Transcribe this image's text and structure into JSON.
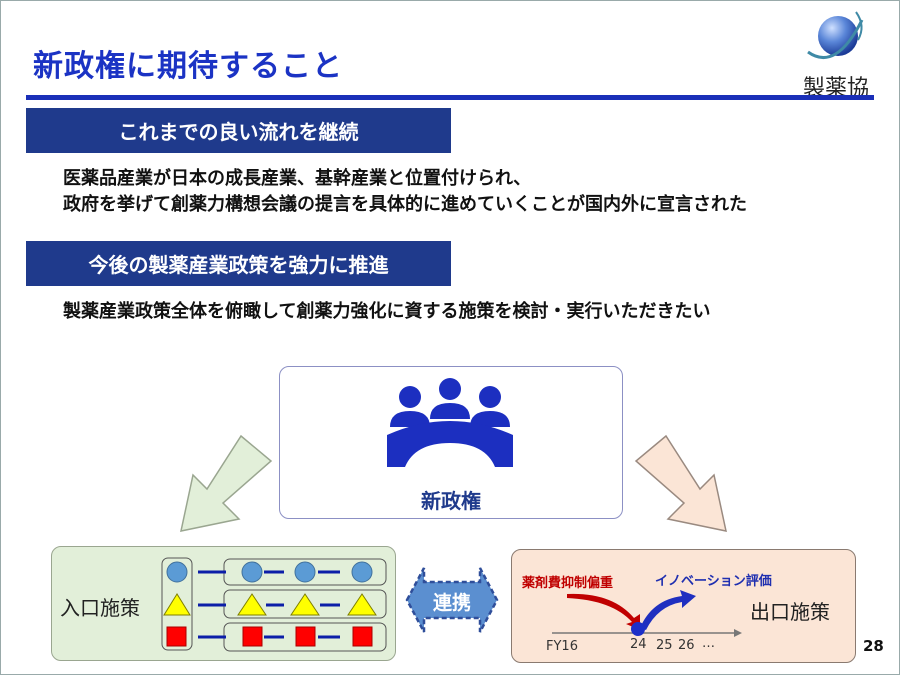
{
  "title": "新政権に期待すること",
  "logo": {
    "text": "製薬協"
  },
  "section1": {
    "heading": "これまでの良い流れを継続",
    "lines": [
      "医薬品産業が日本の成長産業、基幹産業と位置付けられ、",
      "政府を挙げて創薬力構想会議の提言を具体的に進めていくことが国内外に宣言された"
    ]
  },
  "section2": {
    "heading": "今後の製薬産業政策を強力に推進",
    "lines": [
      "製薬産業政策全体を俯瞰して創薬力強化に資する施策を検討・実行いただきたい"
    ]
  },
  "center": {
    "label": "新政権",
    "icon": "meeting-people-icon"
  },
  "left_panel": {
    "label": "入口施策"
  },
  "link": {
    "label": "連携"
  },
  "right_panel": {
    "label": "出口施策",
    "red_label": "薬剤費抑制偏重",
    "blue_label": "イノベーション評価",
    "timeline": [
      "FY16",
      "24",
      "25",
      "26",
      "…"
    ]
  },
  "page_number": "28",
  "colors": {
    "title": "#1b33c4",
    "heading_bg": "#1f3a8c",
    "left_bg": "#e2efd9",
    "right_bg": "#fbe5d6"
  }
}
